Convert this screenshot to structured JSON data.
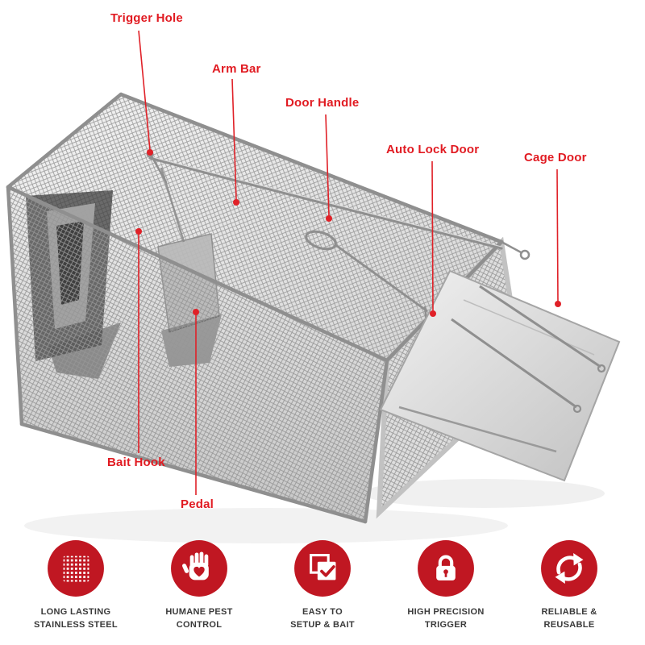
{
  "colors": {
    "accent_red": "#c01722",
    "label_red": "#e11b22",
    "caption_text": "#3a3a3a",
    "metal_light": "#ececec",
    "metal_dark": "#c9c9c9"
  },
  "diagram": {
    "labels": [
      {
        "id": "trigger-hole",
        "text": "Trigger Hole"
      },
      {
        "id": "arm-bar",
        "text": "Arm Bar"
      },
      {
        "id": "door-handle",
        "text": "Door Handle"
      },
      {
        "id": "auto-lock-door",
        "text": "Auto Lock Door"
      },
      {
        "id": "cage-door",
        "text": "Cage Door"
      },
      {
        "id": "bait-hook",
        "text": "Bait Hook"
      },
      {
        "id": "pedal",
        "text": "Pedal"
      }
    ]
  },
  "features": [
    {
      "icon": "mesh-grid-icon",
      "caption": "LONG LASTING\nSTAINLESS STEEL"
    },
    {
      "icon": "hand-heart-icon",
      "caption": "HUMANE PEST\nCONTROL"
    },
    {
      "icon": "checklist-icon",
      "caption": "EASY TO\nSETUP & BAIT"
    },
    {
      "icon": "lock-icon",
      "caption": "HIGH PRECISION\nTRIGGER"
    },
    {
      "icon": "recycle-icon",
      "caption": "RELIABLE &\nREUSABLE"
    }
  ]
}
